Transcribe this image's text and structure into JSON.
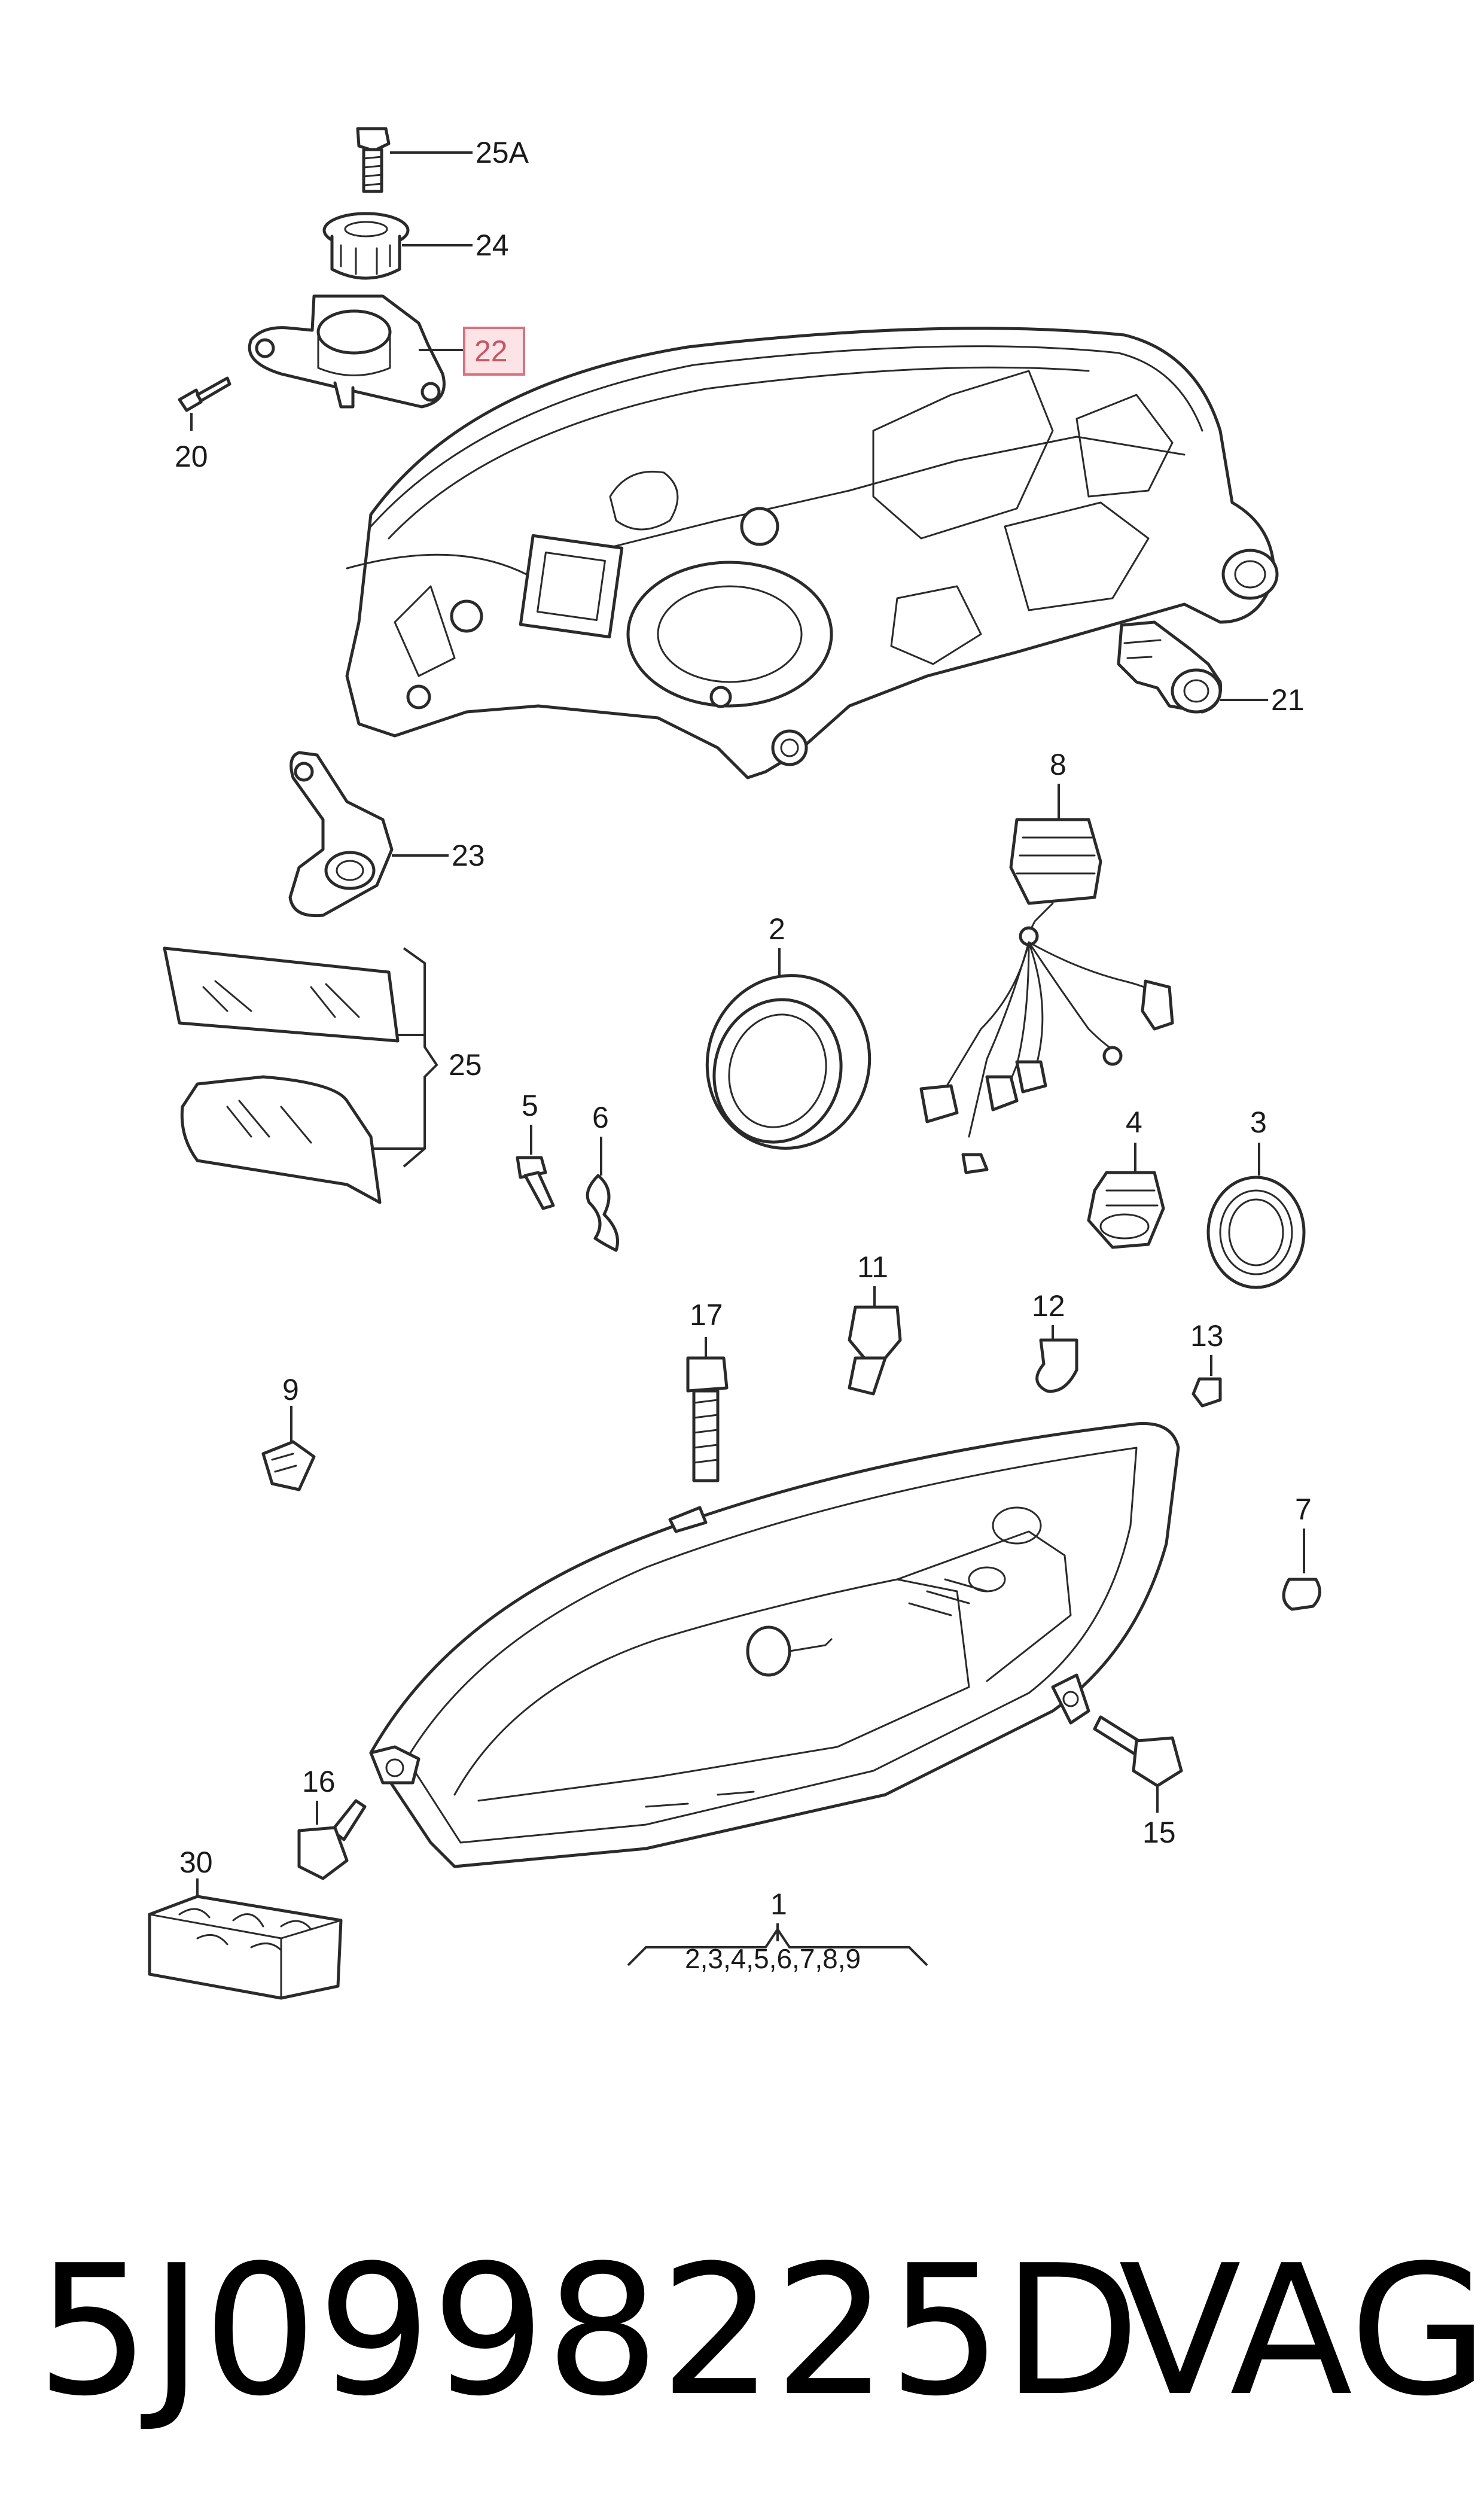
{
  "labels": {
    "p25A": "25A",
    "p24": "24",
    "p22": "22",
    "p20": "20",
    "p21": "21",
    "p23": "23",
    "p8": "8",
    "p2": "2",
    "p25": "25",
    "p5": "5",
    "p6": "6",
    "p4": "4",
    "p3": "3",
    "p17": "17",
    "p11": "11",
    "p12": "12",
    "p13": "13",
    "p9": "9",
    "p7": "7",
    "p15": "15",
    "p16": "16",
    "p30": "30",
    "p1": "1",
    "p1_sub": "2,3,4,5,6,7,8,9"
  },
  "highlighted_part": "22",
  "part_number": "5J0998225D",
  "brand": "VAG",
  "colors": {
    "highlight_fill": "#fbe3e6",
    "highlight_stroke": "#d9717f",
    "line": "#2a2a2a"
  }
}
